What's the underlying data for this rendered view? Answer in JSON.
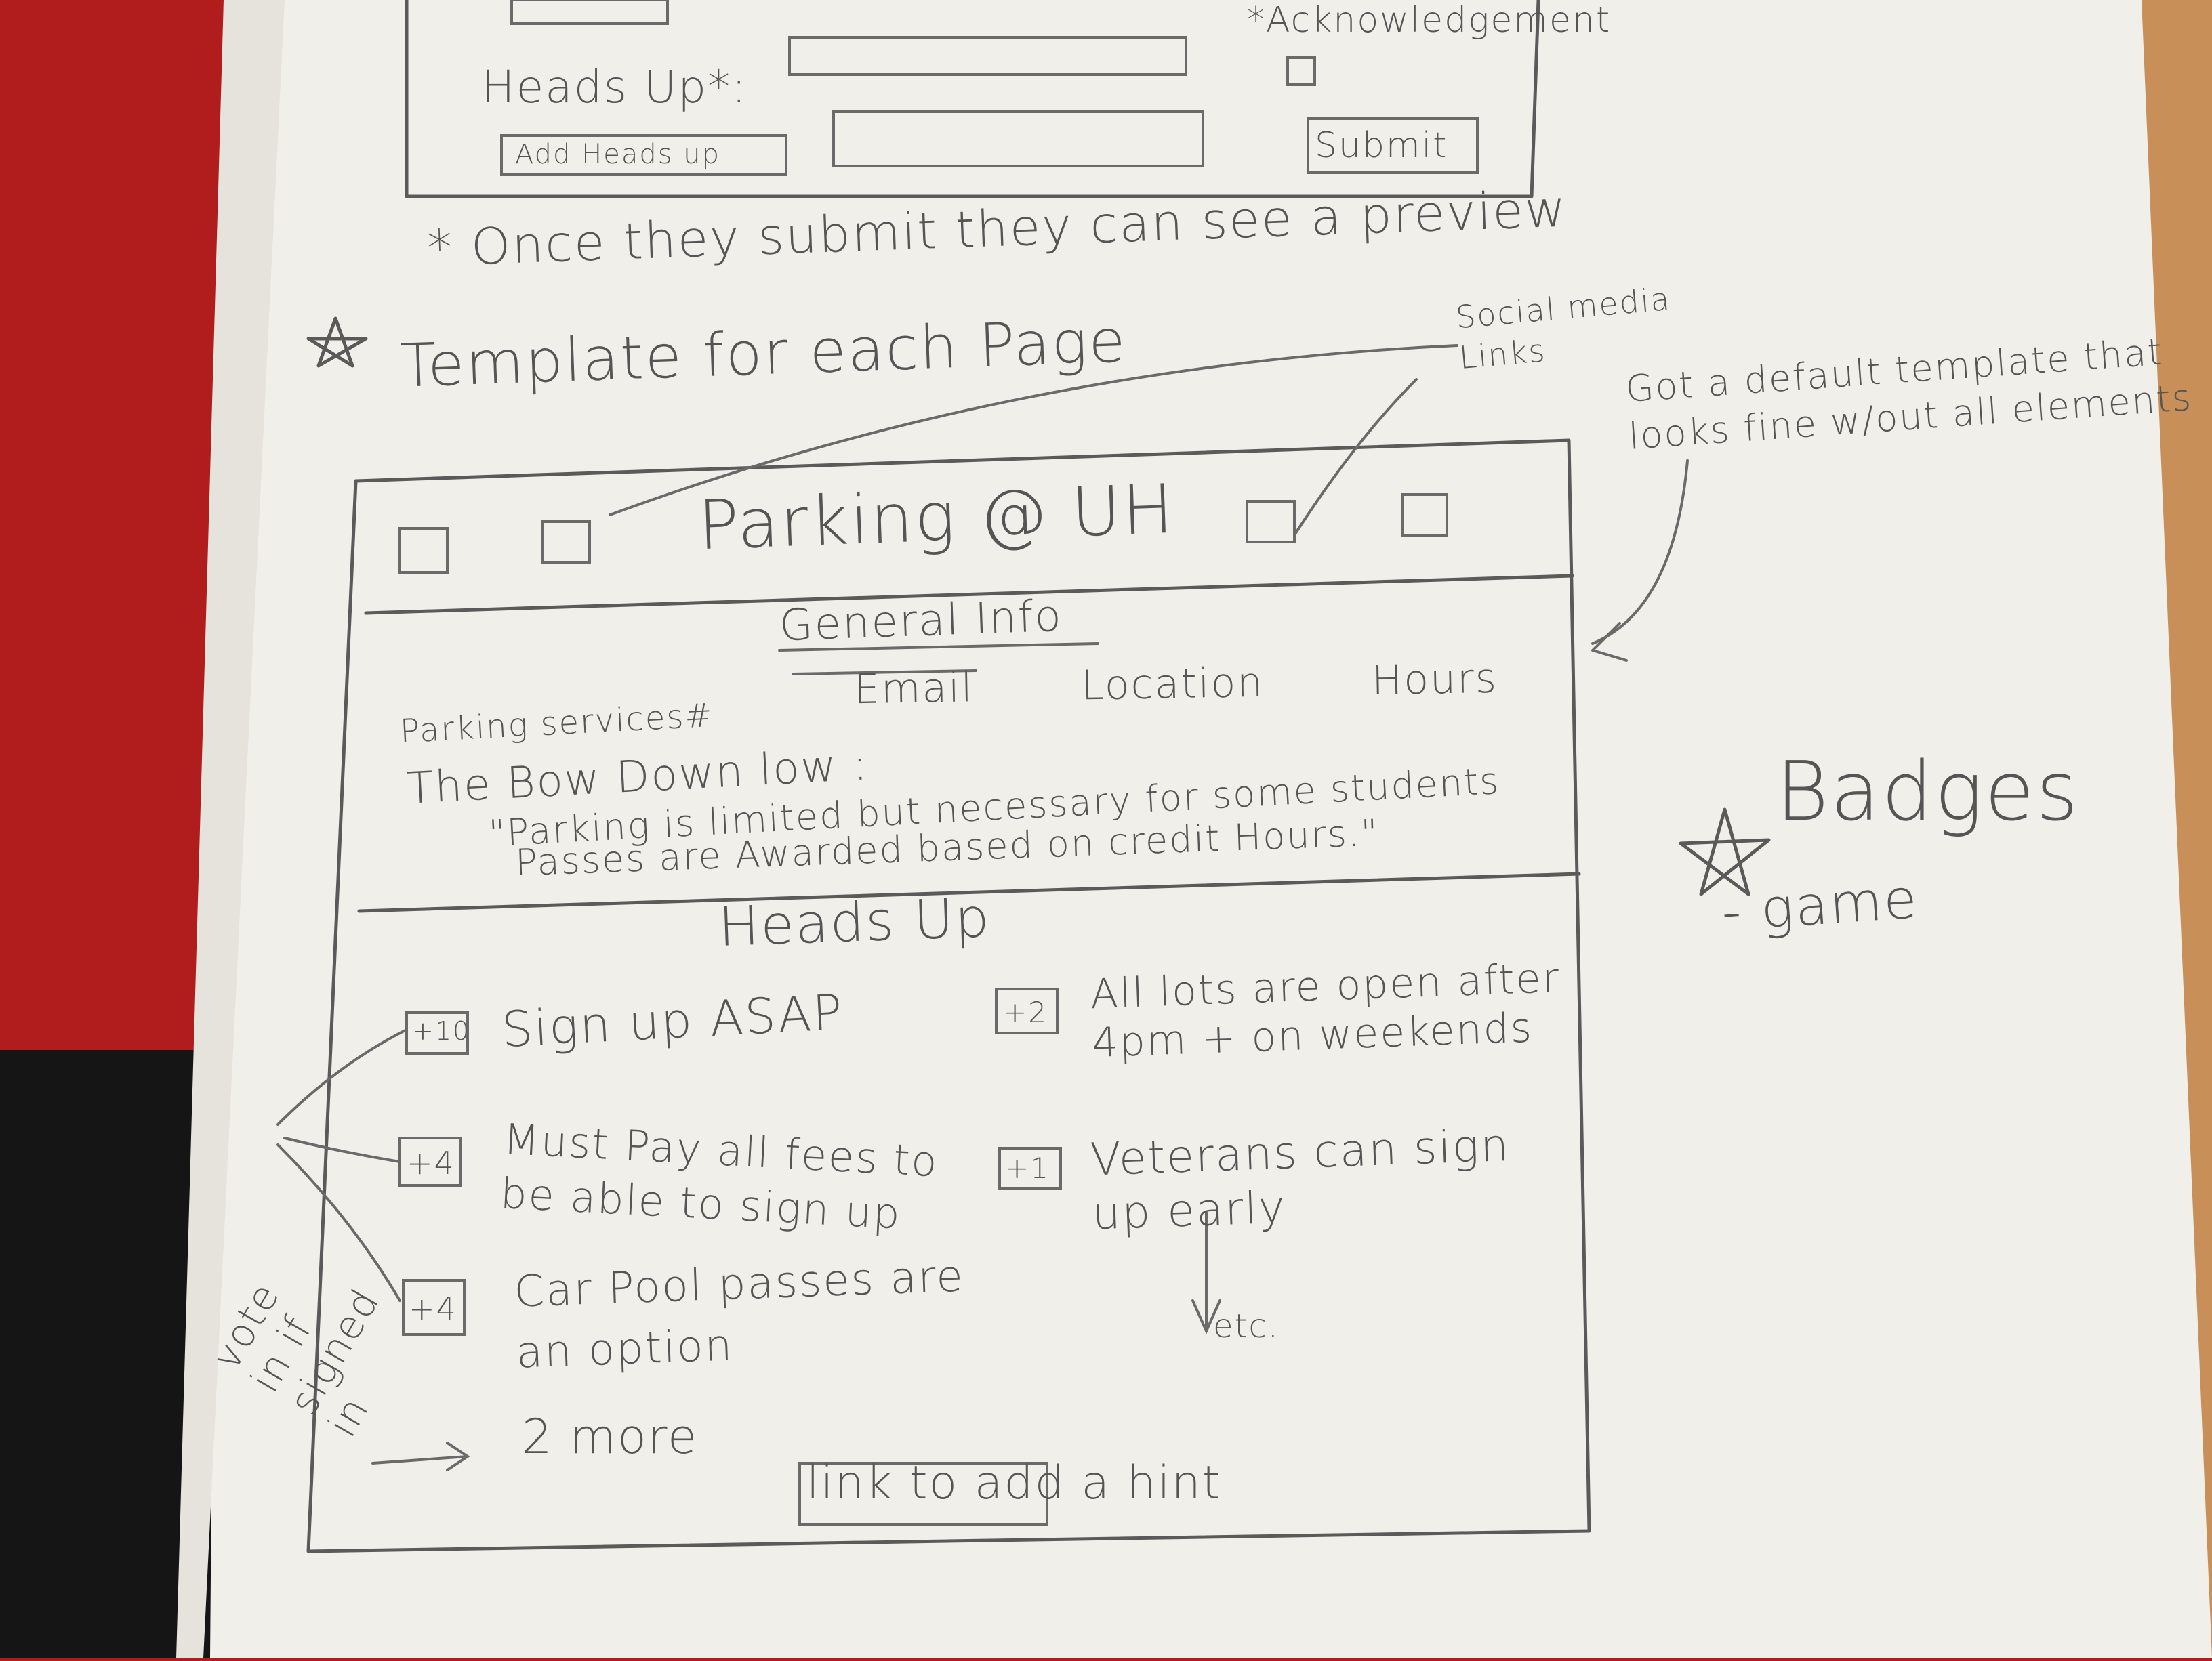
{
  "sketch": {
    "top_form": {
      "heads_up_label": "Heads Up*:",
      "add_button_label": "Add Heads up",
      "acknowledgement_label": "*Acknowledgement",
      "submit_button_label": "Submit"
    },
    "note_preview": "* Once they submit they can see a preview",
    "template_heading": "Template for each Page",
    "social_media_note": "Social media Links",
    "default_template_note": "Got a default template that looks fine w/out all elements",
    "badges_note": "Badges",
    "badges_sub": "- game",
    "vote_note": "vote in if signed in",
    "page_mock": {
      "title": "Parking @ UH",
      "section_general": "General Info",
      "info_links": [
        "Email",
        "Location",
        "Hours"
      ],
      "parking_services": "Parking services#",
      "bow_down": "The Bow Down low :",
      "bow_quote": "Parking is limited but necessary for some students",
      "quote_line1": "\"Parking is limited but necessary for some students",
      "quote_line2": "Passes are Awarded based on credit Hours.\"",
      "section_heads_up": "Heads Up",
      "hints": [
        {
          "votes": "+10",
          "text": "Sign up ASAP"
        },
        {
          "votes": "+4",
          "text": "Must Pay all fees to be able to sign up"
        },
        {
          "votes": "+4",
          "text": "Car Pool passes are an option"
        },
        {
          "votes": "+2",
          "text": "All lots are open after 4pm + on weekends"
        },
        {
          "votes": "+1",
          "text": "Veterans can sign up early"
        }
      ],
      "etc": "etc.",
      "more_link": "2 more",
      "add_hint_link": "link to add a hint"
    }
  }
}
